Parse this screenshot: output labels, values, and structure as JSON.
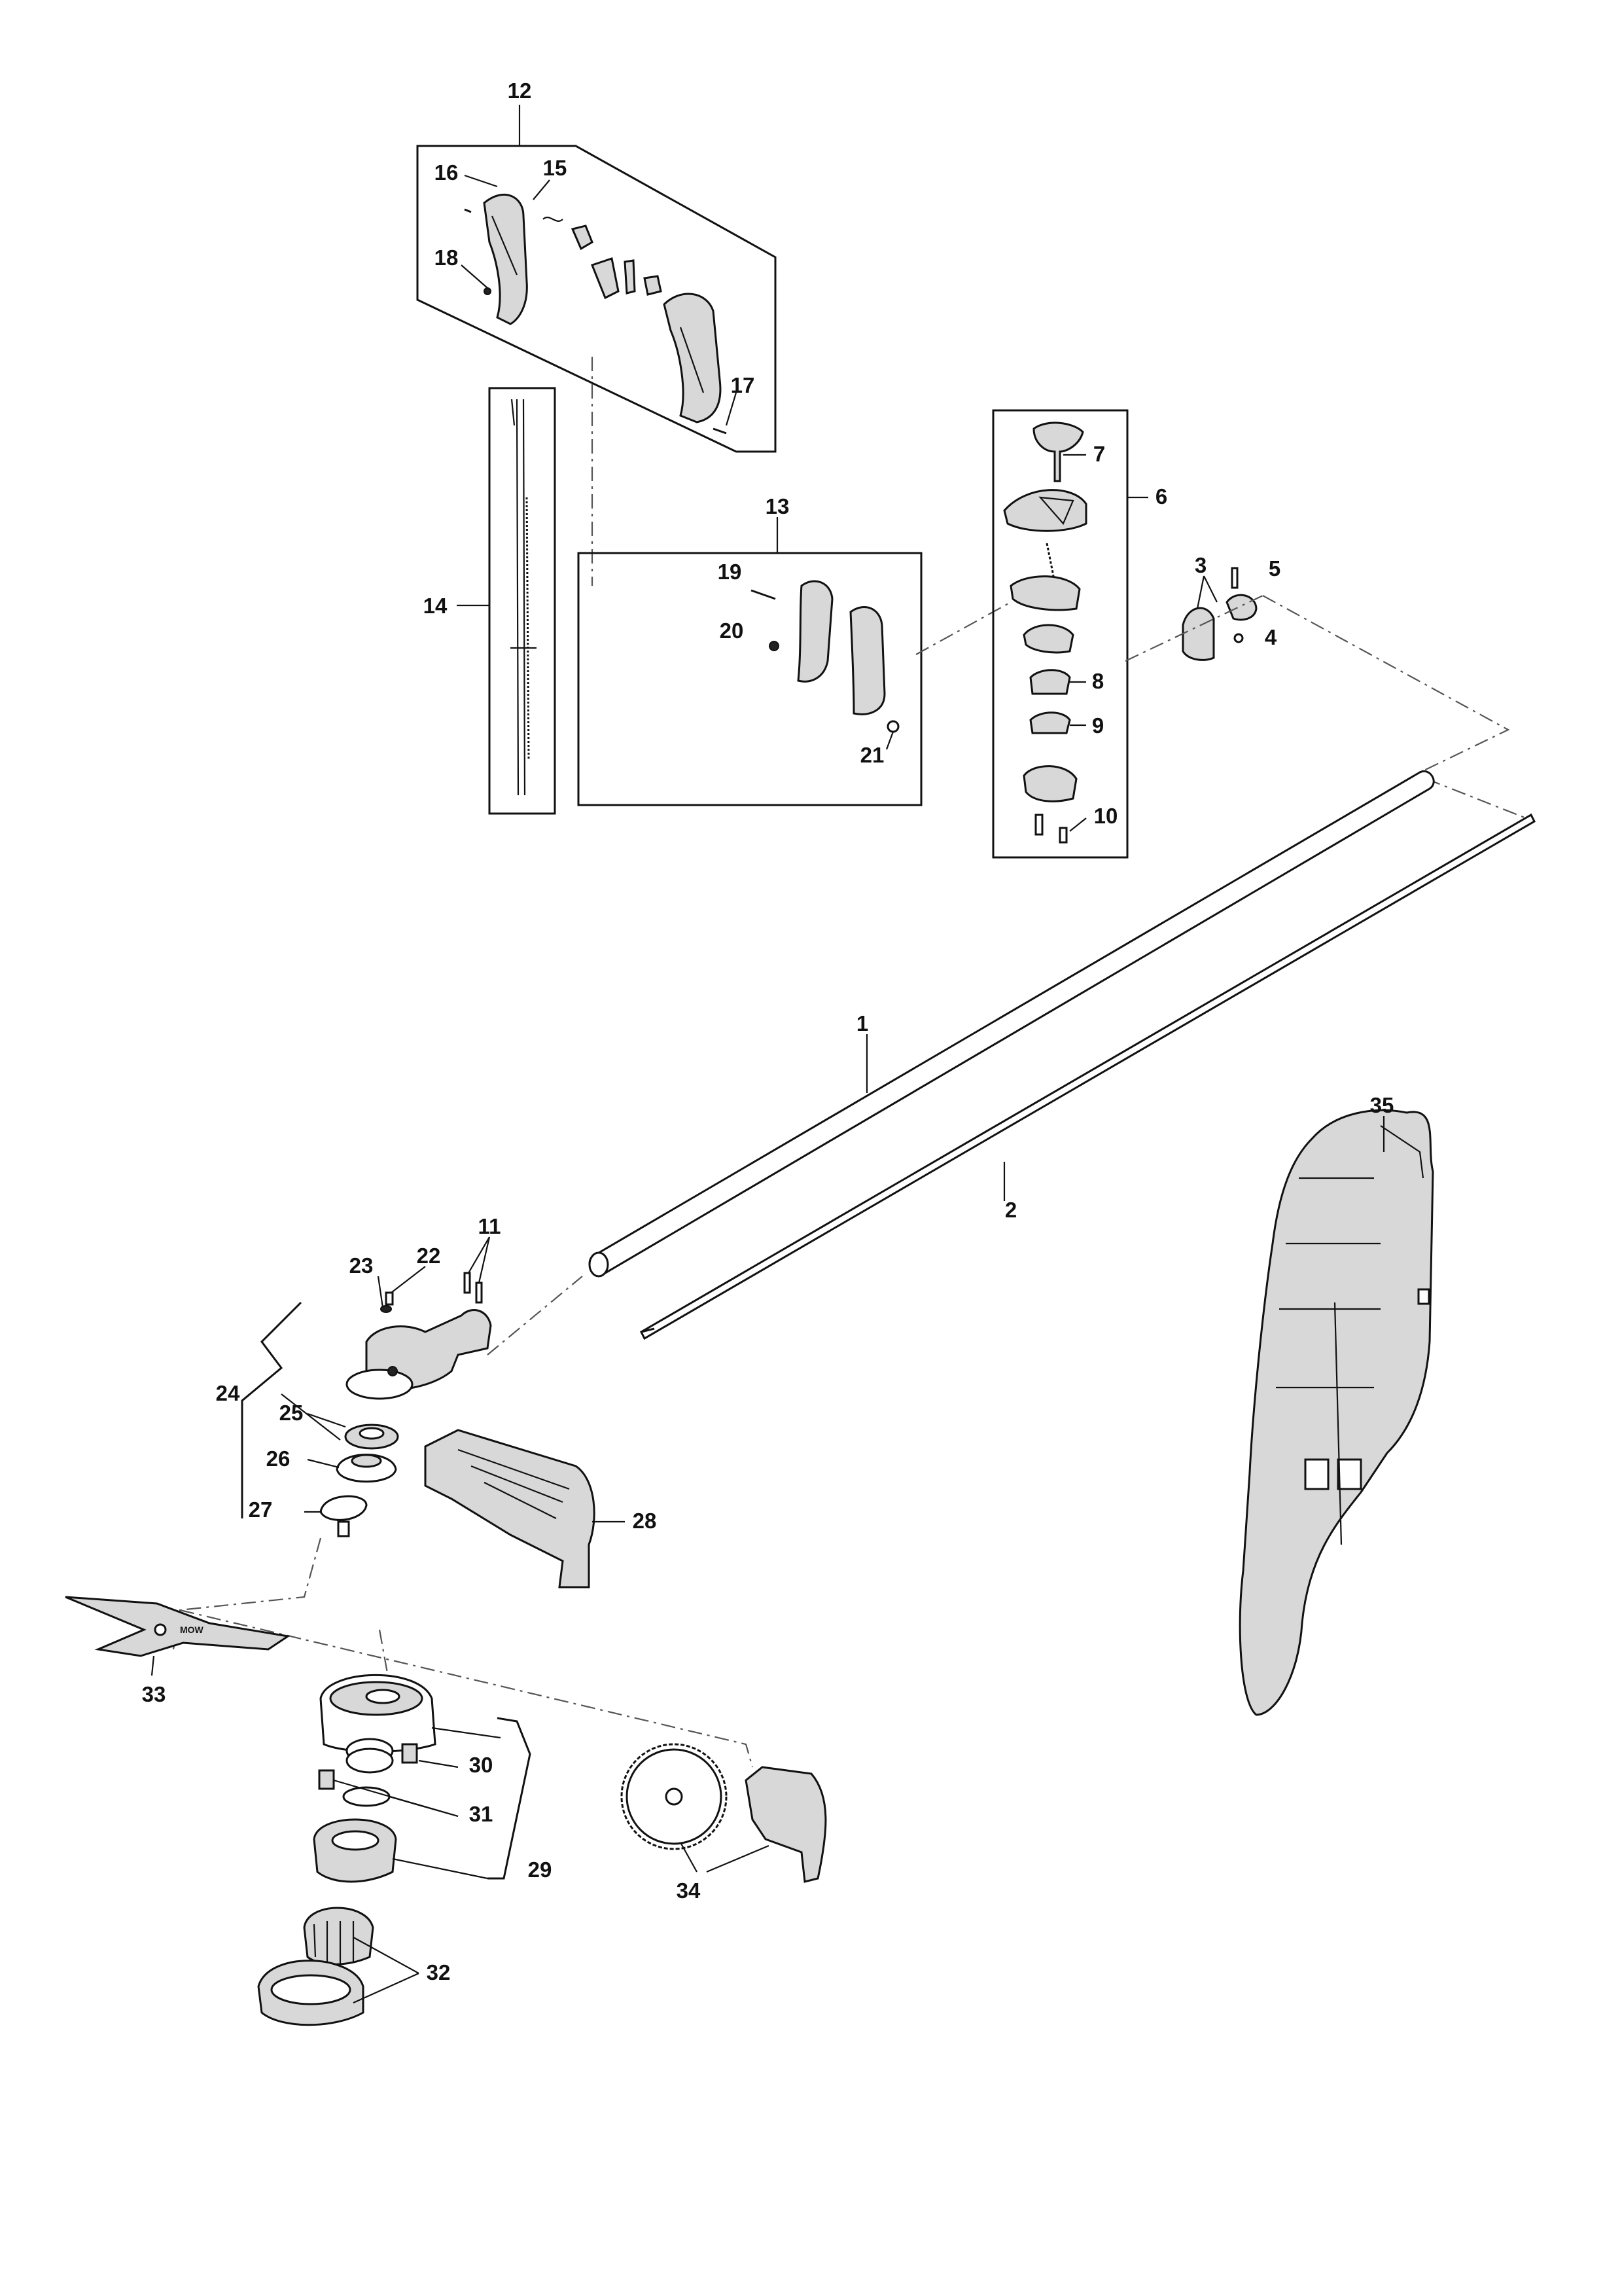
{
  "callouts": {
    "p1": "1",
    "p2": "2",
    "p3": "3",
    "p4": "4",
    "p5": "5",
    "p6": "6",
    "p7": "7",
    "p8": "8",
    "p9": "9",
    "p10": "10",
    "p11": "11",
    "p12": "12",
    "p13": "13",
    "p14": "14",
    "p15": "15",
    "p16": "16",
    "p17": "17",
    "p18": "18",
    "p19": "19",
    "p20": "20",
    "p21": "21",
    "p22": "22",
    "p23": "23",
    "p24": "24",
    "p25": "25",
    "p26": "26",
    "p27": "27",
    "p28": "28",
    "p29": "29",
    "p30": "30",
    "p31": "31",
    "p32": "32",
    "p33": "33",
    "p34": "34",
    "p35": "35"
  },
  "blade_marking": "MOW"
}
